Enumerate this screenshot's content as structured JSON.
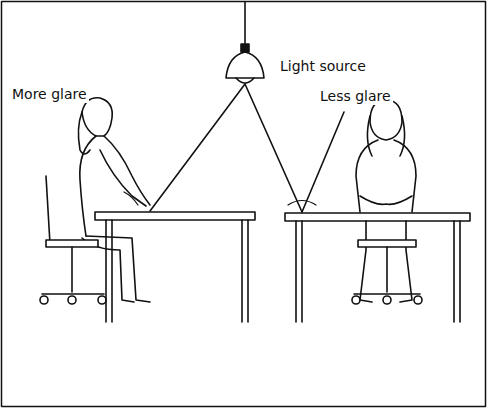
{
  "diagram": {
    "labels": [
      "Light source",
      "More glare",
      "Less glare"
    ]
  }
}
